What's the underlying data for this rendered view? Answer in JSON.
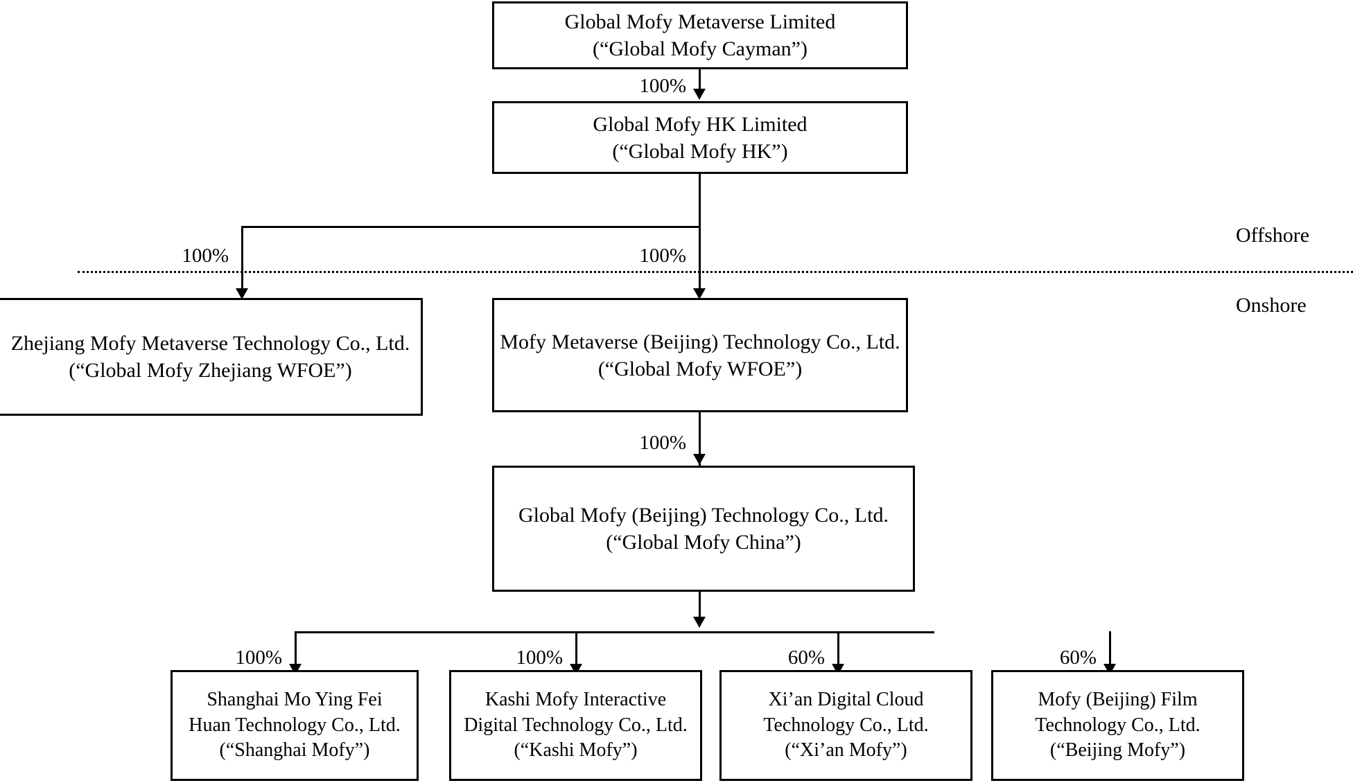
{
  "diagram": {
    "title": "Global Mofy Metaverse Limited corporate structure",
    "type": "org-chart",
    "zones": {
      "offshore_label": "Offshore",
      "onshore_label": "Onshore"
    },
    "nodes": {
      "cayman": {
        "line1": "Global Mofy Metaverse Limited",
        "line2": "(“Global Mofy Cayman”)"
      },
      "hk": {
        "line1": "Global Mofy HK Limited",
        "line2": "(“Global Mofy HK”)"
      },
      "zhejiang_wfoe": {
        "line1": "Zhejiang Mofy Metaverse Technology Co., Ltd.",
        "line2": "(“Global Mofy Zhejiang WFOE”)"
      },
      "wfoe": {
        "line1": "Mofy Metaverse (Beijing) Technology Co., Ltd.",
        "line2": "(“Global Mofy WFOE”)"
      },
      "china": {
        "line1": "Global Mofy (Beijing) Technology Co., Ltd.",
        "line2": "(“Global Mofy China”)"
      },
      "shanghai": {
        "line1": "Shanghai Mo Ying Fei",
        "line2": "Huan Technology Co., Ltd.",
        "line3": "(“Shanghai Mofy”)"
      },
      "kashi": {
        "line1": "Kashi Mofy Interactive",
        "line2": "Digital Technology Co., Ltd.",
        "line3": "(“Kashi Mofy”)"
      },
      "xian": {
        "line1": "Xi’an Digital Cloud",
        "line2": "Technology Co., Ltd.",
        "line3": "(“Xi’an Mofy”)"
      },
      "beijing": {
        "line1": "Mofy (Beijing) Film",
        "line2": "Technology Co., Ltd.",
        "line3": "(“Beijing Mofy”)"
      }
    },
    "edges": {
      "cayman_to_hk": "100%",
      "hk_to_zhejiang": "100%",
      "hk_to_wfoe": "100%",
      "wfoe_to_china": "100%",
      "china_to_shanghai": "100%",
      "china_to_kashi": "100%",
      "china_to_xian": "60%",
      "china_to_beijing": "60%"
    },
    "colors": {
      "line": "#000000",
      "box_border": "#000000",
      "background": "#ffffff",
      "text": "#000000"
    }
  }
}
